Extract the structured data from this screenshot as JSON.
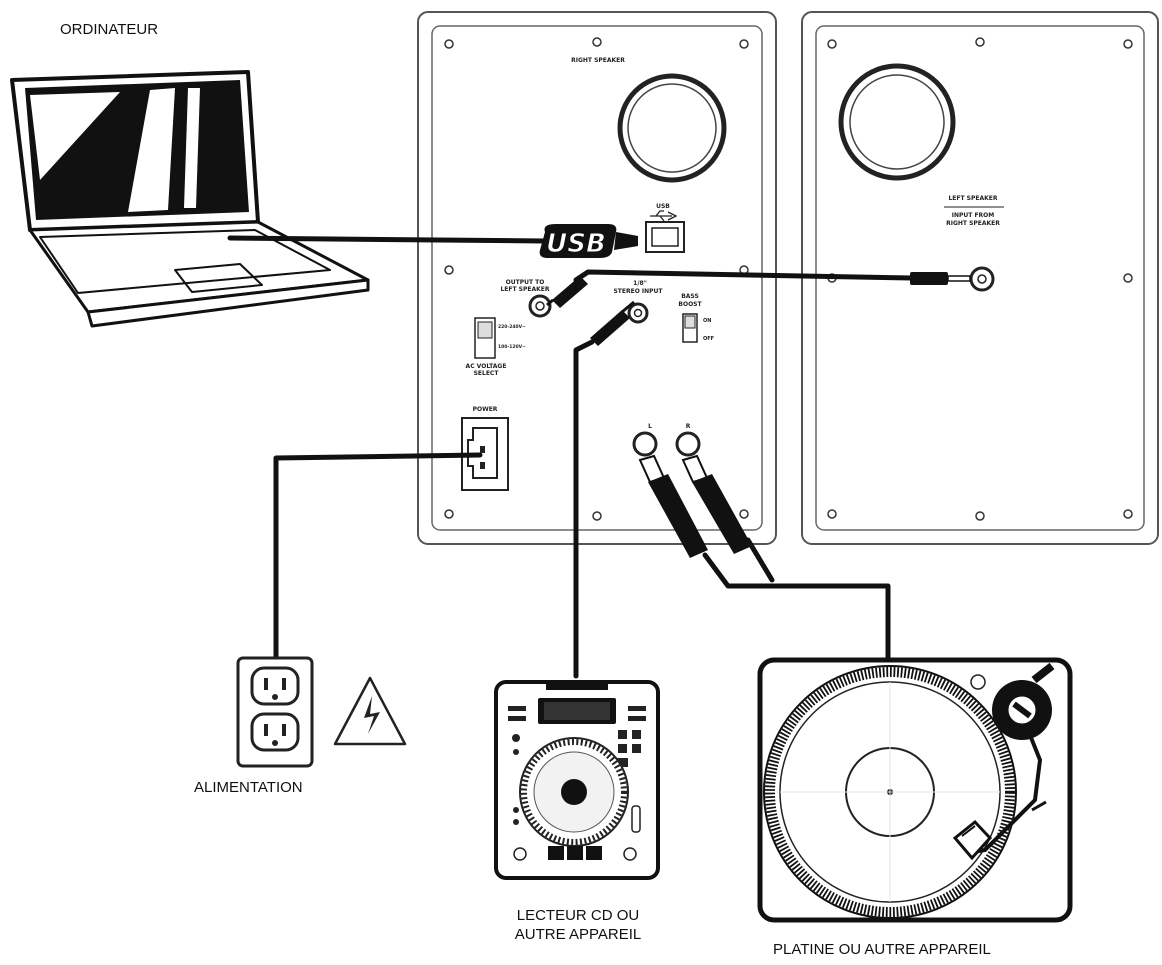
{
  "labels": {
    "computer": "ORDINATEUR",
    "power_source": "ALIMENTATION",
    "cd_player_line1": "LECTEUR CD OU",
    "cd_player_line2": "AUTRE APPAREIL",
    "turntable": "PLATINE OU AUTRE APPAREIL"
  },
  "right_speaker_panel": {
    "title": "RIGHT SPEAKER",
    "usb": "USB",
    "usb_logo": "USB",
    "output_line1": "OUTPUT TO",
    "output_line2": "LEFT SPEAKER",
    "input_line1": "1/8\"",
    "input_line2": "STEREO INPUT",
    "bass_line1": "BASS",
    "bass_line2": "BOOST",
    "bass_on": "ON",
    "bass_off": "OFF",
    "voltage_230": "220-240V~",
    "voltage_115": "100-120V~",
    "voltage_line1": "AC VOLTAGE",
    "voltage_line2": "SELECT",
    "power": "POWER",
    "rca_left": "L",
    "rca_right": "R"
  },
  "left_speaker_panel": {
    "title": "LEFT SPEAKER",
    "input_line1": "INPUT FROM",
    "input_line2": "RIGHT SPEAKER"
  },
  "colors": {
    "line": "#111111",
    "panel_stroke": "#555555",
    "background": "#ffffff"
  }
}
